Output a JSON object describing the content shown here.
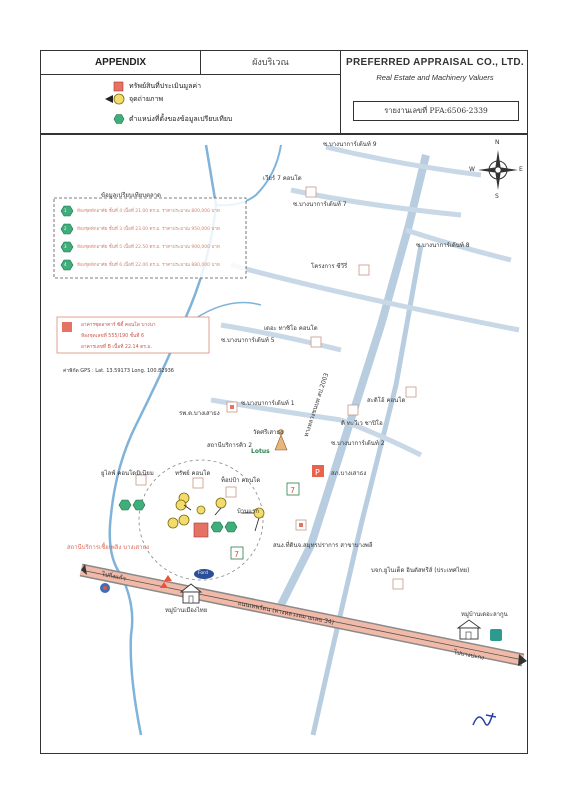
{
  "header": {
    "appendix": "APPENDIX",
    "section": "ผังบริเวณ",
    "company": "PREFERRED APPRAISAL CO., LTD.",
    "company_sub": "Real Estate and Machinery Valuers",
    "report_no": "รายงานเลขที่ PFA:6506-2339"
  },
  "legend": [
    {
      "icon": "red-square-icon",
      "label": "ทรัพย์สินที่ประเมินมูลค่า"
    },
    {
      "icon": "camera-point-icon",
      "label": "จุดถ่ายภาพ"
    },
    {
      "icon": "green-hexagon-icon",
      "label": "ตำแหน่งที่ตั้งของข้อมูลเปรียบเทียบ"
    }
  ],
  "compass": {
    "n": "N",
    "s": "S",
    "e": "E",
    "w": "W"
  },
  "comparison_box": {
    "title": "ข้อมูลเปรียบเทียบตลาด",
    "items": [
      {
        "no": "1",
        "text": "ห้องชุดพักอาศัย ชั้นที่ 4 เนื้อที่ 21.00 ตร.ม. ราคาประมาณ 800,000 บาท"
      },
      {
        "no": "2",
        "text": "ห้องชุดพักอาศัย ชั้นที่ 3 เนื้อที่ 23.00 ตร.ม. ราคาประมาณ 950,000 บาท"
      },
      {
        "no": "3",
        "text": "ห้องชุดพักอาศัย ชั้นที่ 5 เนื้อที่ 22.50 ตร.ม. ราคาประมาณ 900,000 บาท"
      },
      {
        "no": "4",
        "text": "ห้องชุดพักอาศัย ชั้นที่ 6 เนื้อที่ 22.00 ตร.ม. ราคาประมาณ 880,000 บาท"
      }
    ]
  },
  "subject_box": {
    "lines": [
      "อาคารชุดอาคาร์ ซิตี้ คอนโด บางนา",
      "ห้องชุดเลขที่ 555/190 ชั้นที่ 6",
      "อาคารเลขที่ B เนื้อที่ 22.14 ตร.ม."
    ]
  },
  "gps": "ค่าพิกัด GPS : Lat. 13.59173 Long. 100.82936",
  "map_labels": {
    "soi9": "ซ.บางนาการ์เด้นท์ 9",
    "vr7": "เวียร์ 7 คอนโด",
    "soi7": "ซ.บางนาการ์เด้นท์ 7",
    "soi8": "ซ.บางนาการ์เด้นท์ 8",
    "project": "โครงการ ซีวีรี่",
    "hatyai": "เดอะ ทาซิโอ คอนโด",
    "soi5": "ซ.บางนาการ์เด้นท์ 5",
    "road": "ทางหลวงชนบท สป.2003",
    "splendid": "สะดิโอ้ คอนโด",
    "soi1": "ซ.บางนาการ์เด้นท์ 1",
    "rivulet": "ดิ ทะวีเว ชาปิโอ",
    "soi2": "ซ.บางนาการ์เด้นท์ 2",
    "school": "รพ.ต.บางเสาธง",
    "temple": "วัดศรีเสาธง",
    "lotus": "Lotus",
    "shop": "สถานีบริการคิว 2",
    "post": "สภ.บางเสาธง",
    "cond_a": "ยูไลฟ์ คอนโดมิเนียม",
    "cond_b": "ทรัพย์ คอนโด",
    "cond_c": "ท็อปป้า คอนโด",
    "cond_d": "บ้านแรก",
    "office": "สนง.ที่ดินจ.สมุทรปราการ สาขาบางพลี",
    "ngv": "สถานีบริการเชื้อเพลิง บางเสาธง",
    "tower": "ไปกิ่งแก้ว",
    "highway": "ถนนเทพรัตน (ทางหลวงหมายเลข 34)",
    "company_name": "บจก.ยูไนเต็ด อินดัสทรีส์ (ประเทศไทย)",
    "village_left": "หมู่บ้านเมืองไทย",
    "village_right": "หมู่บ้านเดอะลากูน",
    "to_bangpakong": "ไปบางปะกง",
    "ford": "Ford"
  },
  "signature": "ภ"
}
